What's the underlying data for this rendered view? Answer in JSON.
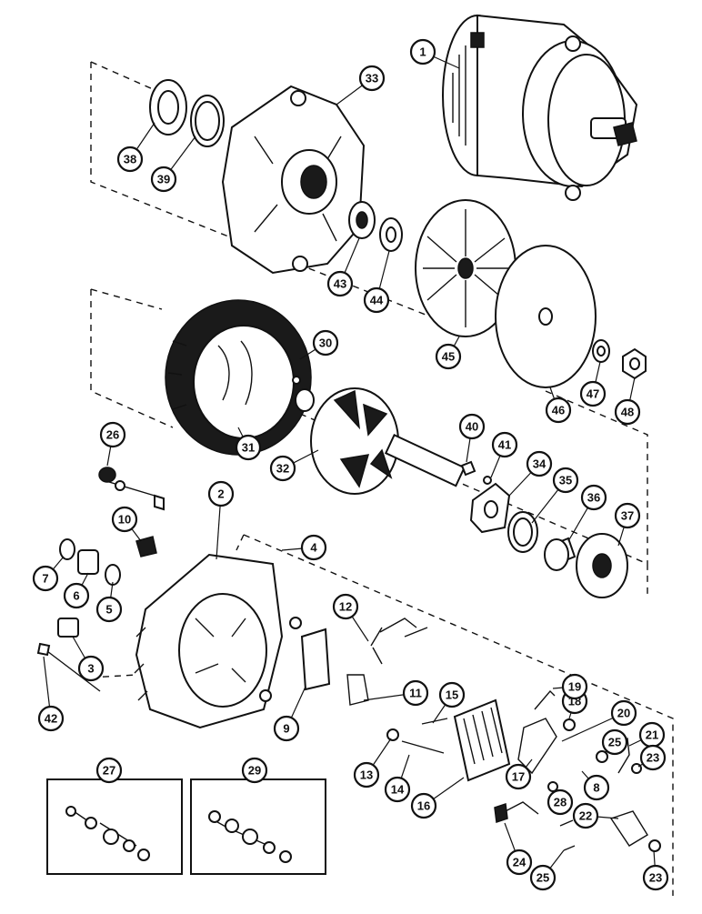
{
  "diagram": {
    "callouts": [
      {
        "id": "c1",
        "label": "1"
      },
      {
        "id": "c2",
        "label": "2"
      },
      {
        "id": "c3",
        "label": "3"
      },
      {
        "id": "c4",
        "label": "4"
      },
      {
        "id": "c5",
        "label": "5"
      },
      {
        "id": "c6",
        "label": "6"
      },
      {
        "id": "c7",
        "label": "7"
      },
      {
        "id": "c8",
        "label": "8"
      },
      {
        "id": "c9",
        "label": "9"
      },
      {
        "id": "c10",
        "label": "10"
      },
      {
        "id": "c11",
        "label": "11"
      },
      {
        "id": "c12",
        "label": "12"
      },
      {
        "id": "c13",
        "label": "13"
      },
      {
        "id": "c14",
        "label": "14"
      },
      {
        "id": "c15",
        "label": "15"
      },
      {
        "id": "c16",
        "label": "16"
      },
      {
        "id": "c17",
        "label": "17"
      },
      {
        "id": "c18",
        "label": "18"
      },
      {
        "id": "c19",
        "label": "19"
      },
      {
        "id": "c20",
        "label": "20"
      },
      {
        "id": "c21",
        "label": "21"
      },
      {
        "id": "c22",
        "label": "22"
      },
      {
        "id": "c23a",
        "label": "23"
      },
      {
        "id": "c23b",
        "label": "23"
      },
      {
        "id": "c24",
        "label": "24"
      },
      {
        "id": "c25a",
        "label": "25"
      },
      {
        "id": "c25b",
        "label": "25"
      },
      {
        "id": "c26",
        "label": "26"
      },
      {
        "id": "c27",
        "label": "27"
      },
      {
        "id": "c28",
        "label": "28"
      },
      {
        "id": "c29",
        "label": "29"
      },
      {
        "id": "c30",
        "label": "30"
      },
      {
        "id": "c31",
        "label": "31"
      },
      {
        "id": "c32",
        "label": "32"
      },
      {
        "id": "c33",
        "label": "33"
      },
      {
        "id": "c34",
        "label": "34"
      },
      {
        "id": "c35",
        "label": "35"
      },
      {
        "id": "c36",
        "label": "36"
      },
      {
        "id": "c37",
        "label": "37"
      },
      {
        "id": "c38",
        "label": "38"
      },
      {
        "id": "c39",
        "label": "39"
      },
      {
        "id": "c40",
        "label": "40"
      },
      {
        "id": "c41",
        "label": "41"
      },
      {
        "id": "c42",
        "label": "42"
      },
      {
        "id": "c43",
        "label": "43"
      },
      {
        "id": "c44",
        "label": "44"
      },
      {
        "id": "c45",
        "label": "45"
      },
      {
        "id": "c46",
        "label": "46"
      },
      {
        "id": "c47",
        "label": "47"
      },
      {
        "id": "c48",
        "label": "48"
      }
    ]
  }
}
